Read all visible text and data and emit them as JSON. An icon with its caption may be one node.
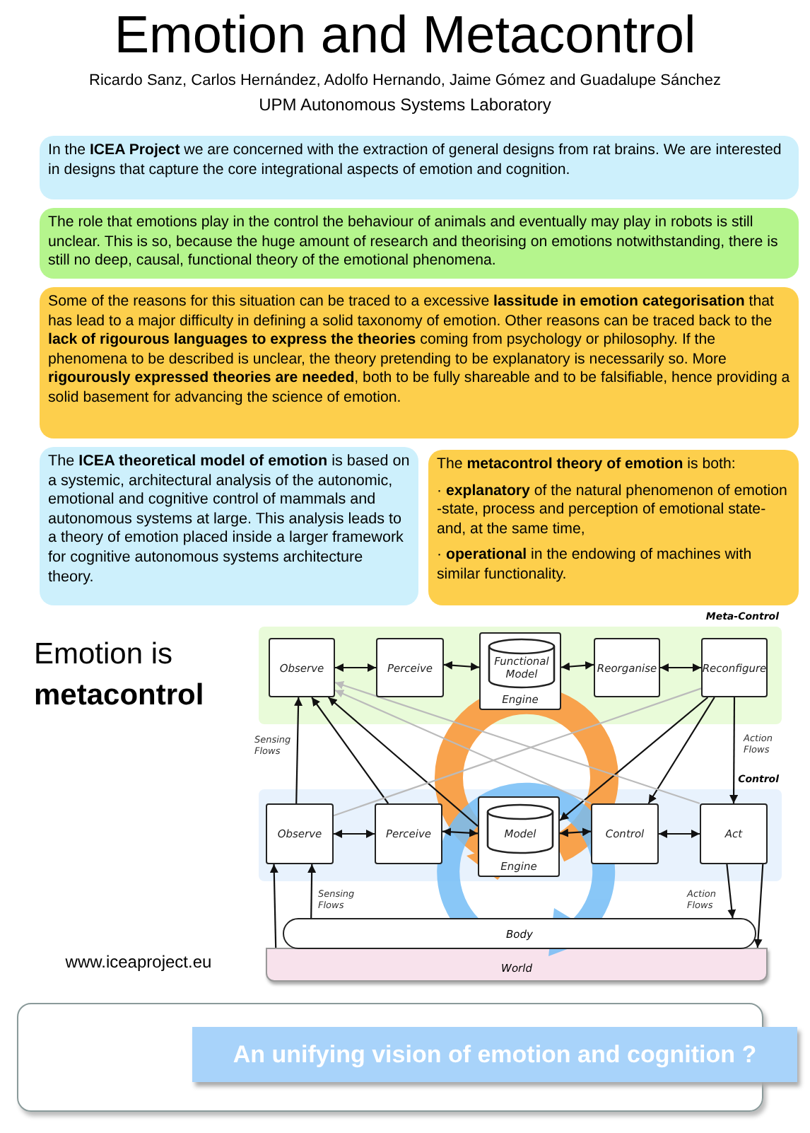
{
  "diagram": {
    "title": "Emotion and Metacontrol",
    "nodes": [
      {
        "text": [
          "In the **ICEA Project** we are concerned with the extraction of general designs from rat brains. We are interested in designs that capture the core integrational aspects of emotion and cognition."
        ]
      },
      {
        "text": [
          "The role that emotions play in the control the behaviour of animals and eventually may play in robots is still unclear. This is so, because the huge amount of research and theorising on emotions notwithstanding, there is still no deep, causal, functional theory of the emotional phenomena."
        ]
      },
      {
        "text": [
          "Some of the reasons for this situation can be traced to a excessive **lassitude in emotion categorisation** that has lead to a major difficulty in defining a solid taxonomy of emotion. Other reasons can be traced back to the **lack of rigourous languages to express the theories** coming from psychology or philosophy. If the phenomena to be described is unclear, the theory pretending to be explanatory is necessarily so. More **rigourously expressed theories are needed**, both to be fully shareable and to be falsifiable, hence providing a solid basement for advancing the science of emotion."
        ]
      },
      {
        "text": [
          "The **ICEA theoretical model of emotion** is based on a systemic, architectural analysis of the autonomic, emotional and cognitive control of mammals and autonomous systems at large. This analysis leads to a theory of emotion placed inside a larger framework for cognitive autonomous systems architecture theory."
        ]
      },
      {
        "text": [
          "The **metacontrol theory of emotion** is both:",
          "· **explanatory** of the natural phenomenon of emotion -state, process and perception of emotional state- and, at the same time,",
          "· **operational** in the endowing of machines with similar functionality."
        ]
      },
      {
        "text": [
          "Meta-Control"
        ]
      },
      {
        "text": [
          "Observe"
        ],
        "in": 5
      },
      {
        "text": [
          "Perceive"
        ],
        "in": 5
      },
      {
        "text": [
          "Engine"
        ],
        "in": 5
      },
      {
        "text": [
          "Functional Model"
        ],
        "in": 8
      },
      {
        "text": [
          "Reorganise"
        ],
        "in": 5
      },
      {
        "text": [
          "Reconfigure"
        ],
        "in": 5
      },
      {
        "text": [
          "Control"
        ]
      },
      {
        "text": [
          "Observe"
        ],
        "in": 12
      },
      {
        "text": [
          "Perceive"
        ],
        "in": 12
      },
      {
        "text": [
          "Engine"
        ],
        "in": 12
      },
      {
        "text": [
          "Model"
        ],
        "in": 15
      },
      {
        "text": [
          "Control"
        ],
        "in": 12
      },
      {
        "text": [
          "Act"
        ],
        "in": 12
      },
      {
        "text": [
          "Body"
        ]
      },
      {
        "text": [
          "World"
        ]
      },
      {
        "text": [
          "An unifying vision of emotion and cognition ?"
        ]
      }
    ],
    "edges": [
      {
        "from": 6,
        "to": 7,
        "arrow": "both"
      },
      {
        "from": 7,
        "to": 8,
        "arrow": "both"
      },
      {
        "from": 8,
        "to": 10,
        "arrow": "both"
      },
      {
        "from": 10,
        "to": 11,
        "arrow": "both"
      },
      {
        "from": 13,
        "to": 14,
        "arrow": "both"
      },
      {
        "from": 14,
        "to": 15,
        "arrow": "both"
      },
      {
        "from": 15,
        "to": 17,
        "arrow": "both"
      },
      {
        "from": 17,
        "to": 18,
        "arrow": "both"
      },
      {
        "from": 13,
        "to": 6,
        "arrow": "to"
      },
      {
        "from": 14,
        "to": 6,
        "arrow": "to"
      },
      {
        "from": 15,
        "to": 6,
        "arrow": "to"
      },
      {
        "from": 11,
        "to": 18,
        "arrow": "to"
      },
      {
        "from": 11,
        "to": 17,
        "arrow": "to"
      },
      {
        "from": 11,
        "to": 15,
        "arrow": "to"
      },
      {
        "from": 18,
        "to": 6,
        "arrow": "to",
        "color": "#bbbbbb"
      },
      {
        "from": 17,
        "to": 6,
        "arrow": "to",
        "color": "#bbbbbb"
      },
      {
        "from": 11,
        "to": 13,
        "arrow": "none",
        "color": "#bbbbbb"
      },
      {
        "from": 20,
        "to": 13,
        "arrow": "to"
      },
      {
        "from": 19,
        "to": 13,
        "arrow": "to"
      },
      {
        "from": 18,
        "to": 19,
        "arrow": "to"
      },
      {
        "from": 18,
        "to": 20,
        "arrow": "to"
      }
    ],
    "labels": [
      "Ricardo Sanz, Carlos Hernández, Adolfo Hernando, Jaime Gómez and Guadalupe Sánchez",
      "UPM Autonomous Systems Laboratory",
      "Emotion is",
      "metacontrol",
      "Sensing Flows",
      "Action Flows",
      "Sensing Flows",
      "Action Flows",
      "www.iceaproject.eu"
    ]
  }
}
